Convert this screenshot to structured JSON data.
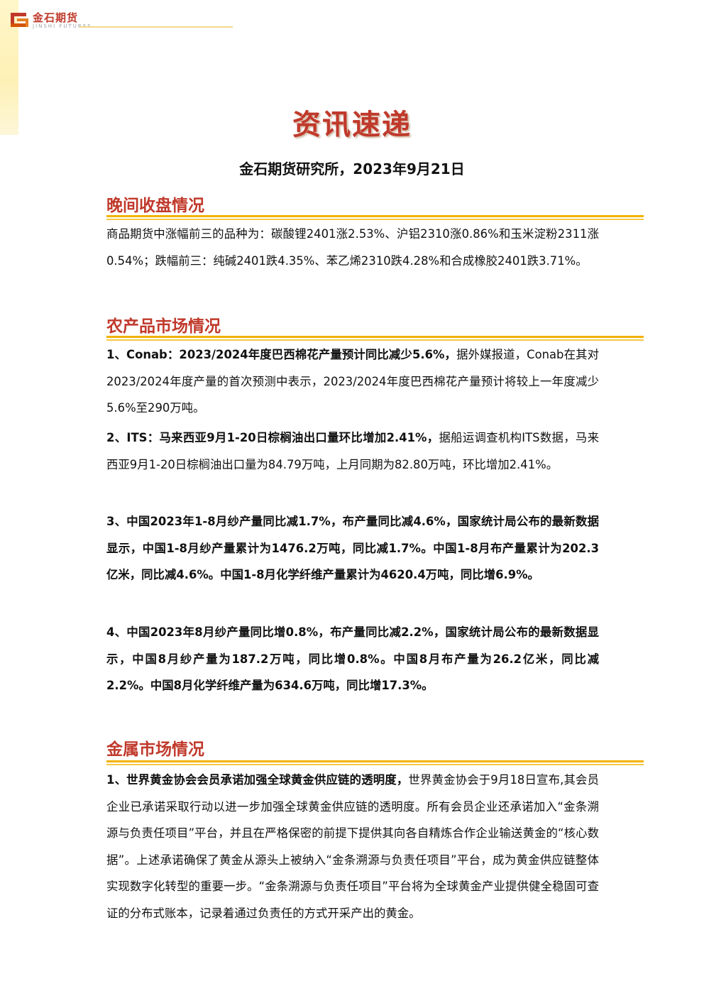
{
  "header": {
    "logo_cn": "金石期货",
    "logo_en": "JINSHI FUTURES"
  },
  "title": "资讯速递",
  "subtitle": "金石期货研究所，2023年9月21日",
  "sections": [
    {
      "heading": "晚间收盘情况",
      "paragraphs": [
        {
          "lead": "",
          "text": "商品期货中涨幅前三的品种为：碳酸锂2401涨2.53%、沪铝2310涨0.86%和玉米淀粉2311涨0.54%；跌幅前三：纯碱2401跌4.35%、苯乙烯2310跌4.28%和合成橡胶2401跌3.71%。"
        }
      ]
    },
    {
      "heading": "农产品市场情况",
      "paragraphs": [
        {
          "lead": "1、Conab：2023/2024年度巴西棉花产量预计同比减少5.6%，",
          "text": "据外媒报道，Conab在其对2023/2024年度产量的首次预测中表示，2023/2024年度巴西棉花产量预计将较上一年度减少5.6%至290万吨。"
        },
        {
          "lead": "2、ITS：马来西亚9月1-20日棕榈油出口量环比增加2.41%，",
          "text": "据船运调查机构ITS数据，马来西亚9月1-20日棕榈油出口量为84.79万吨，上月同期为82.80万吨，环比增加2.41%。"
        },
        {
          "lead": "3、中国2023年1-8月纱产量同比减1.7%，布产量同比减4.6%，国家统计局公布的最新数据显示，中国1-8月纱产量累计为1476.2万吨，同比减1.7%。中国1-8月布产量累计为202.3亿米，同比减4.6%。中国1-8月化学纤维产量累计为4620.4万吨，同比增6.9%。",
          "text": ""
        },
        {
          "lead": "4、中国2023年8月纱产量同比增0.8%，布产量同比减2.2%，国家统计局公布的最新数据显示，中国8月纱产量为187.2万吨，同比增0.8%。中国8月布产量为26.2亿米，同比减2.2%。中国8月化学纤维产量为634.6万吨，同比增17.3%。",
          "text": ""
        }
      ]
    },
    {
      "heading": "金属市场情况",
      "paragraphs": [
        {
          "lead": "1、世界黄金协会会员承诺加强全球黄金供应链的透明度，",
          "text": "世界黄金协会于9月18日宣布,其会员企业已承诺采取行动以进一步加强全球黄金供应链的透明度。所有会员企业还承诺加入“金条溯源与负责任项目”平台，并且在严格保密的前提下提供其向各自精炼合作企业输送黄金的“核心数据”。上述承诺确保了黄金从源头上被纳入“金条溯源与负责任项目”平台，成为黄金供应链整体实现数字化转型的重要一步。“金条溯源与负责任项目”平台将为全球黄金产业提供健全稳固可查证的分布式账本，记录着通过负责任的方式开采产出的黄金。"
        }
      ]
    }
  ]
}
